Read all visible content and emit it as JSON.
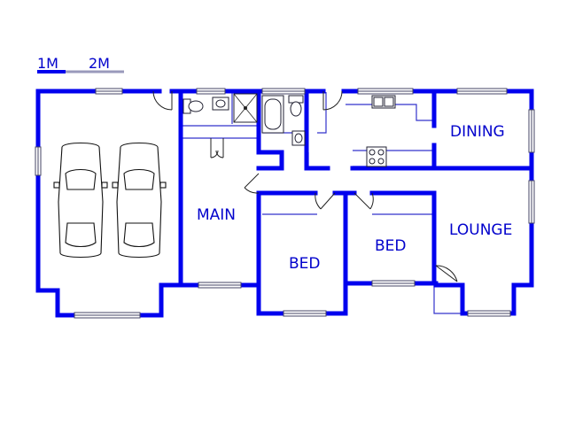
{
  "scale_bar": {
    "label_1": "1M",
    "label_2": "2M"
  },
  "rooms": {
    "main": "MAIN",
    "bed_1": "BED",
    "bed_2": "BED",
    "dining": "DINING",
    "lounge": "LOUNGE"
  },
  "colors": {
    "wall": "#0000ee",
    "label": "#0000cc",
    "fixture": "#222233"
  }
}
